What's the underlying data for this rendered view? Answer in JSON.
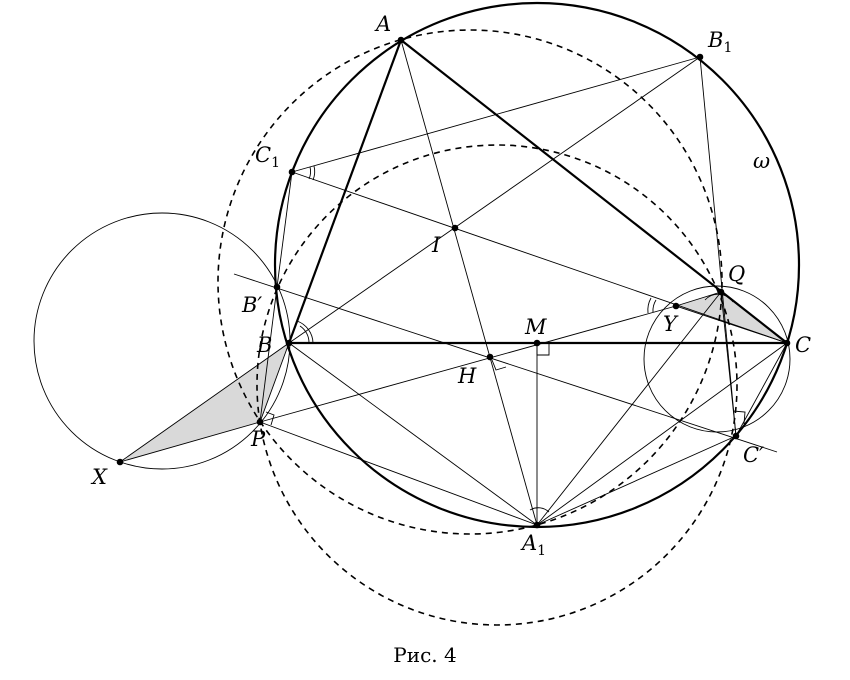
{
  "figure": {
    "caption": "Рис. 4",
    "labels": {
      "A": "A",
      "B1": "B",
      "B1_sub": "1",
      "C1": "C",
      "C1_sub": "1",
      "omega": "ω",
      "I": "I",
      "Q": "Q",
      "Bprime": "B′",
      "M": "M",
      "Y": "Y",
      "B": "B",
      "C": "C",
      "H": "H",
      "X": "X",
      "P": "P",
      "Cprime": "C′",
      "A1": "A",
      "A1_sub": "1"
    }
  }
}
